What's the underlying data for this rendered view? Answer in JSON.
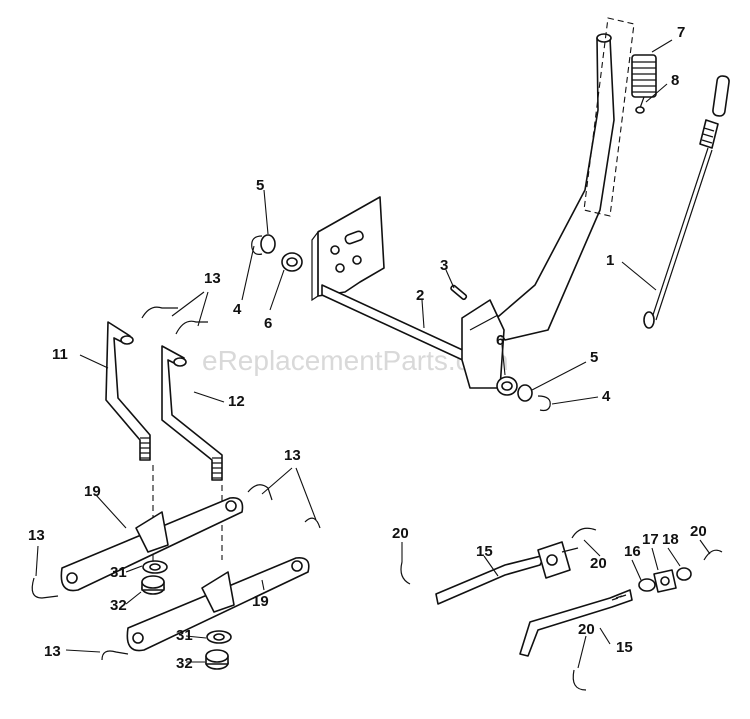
{
  "watermark": "eReplacementParts.com",
  "callouts": [
    {
      "id": "c7",
      "text": "7"
    },
    {
      "id": "c8",
      "text": "8"
    },
    {
      "id": "c1",
      "text": "1"
    },
    {
      "id": "c5a",
      "text": "5"
    },
    {
      "id": "c4a",
      "text": "4"
    },
    {
      "id": "c6a",
      "text": "6"
    },
    {
      "id": "c3",
      "text": "3"
    },
    {
      "id": "c2",
      "text": "2"
    },
    {
      "id": "c6b",
      "text": "6"
    },
    {
      "id": "c5b",
      "text": "5"
    },
    {
      "id": "c4b",
      "text": "4"
    },
    {
      "id": "c13a",
      "text": "13"
    },
    {
      "id": "c11",
      "text": "11"
    },
    {
      "id": "c12",
      "text": "12"
    },
    {
      "id": "c13b",
      "text": "13"
    },
    {
      "id": "c19a",
      "text": "19"
    },
    {
      "id": "c13c",
      "text": "13"
    },
    {
      "id": "c31a",
      "text": "31"
    },
    {
      "id": "c32a",
      "text": "32"
    },
    {
      "id": "c19b",
      "text": "19"
    },
    {
      "id": "c13d",
      "text": "13"
    },
    {
      "id": "c31b",
      "text": "31"
    },
    {
      "id": "c32b",
      "text": "32"
    },
    {
      "id": "c20a",
      "text": "20"
    },
    {
      "id": "c15a",
      "text": "15"
    },
    {
      "id": "c20b",
      "text": "20"
    },
    {
      "id": "c16",
      "text": "16"
    },
    {
      "id": "c17",
      "text": "17"
    },
    {
      "id": "c18",
      "text": "18"
    },
    {
      "id": "c20c",
      "text": "20"
    },
    {
      "id": "c20d",
      "text": "20"
    },
    {
      "id": "c15b",
      "text": "15"
    }
  ]
}
